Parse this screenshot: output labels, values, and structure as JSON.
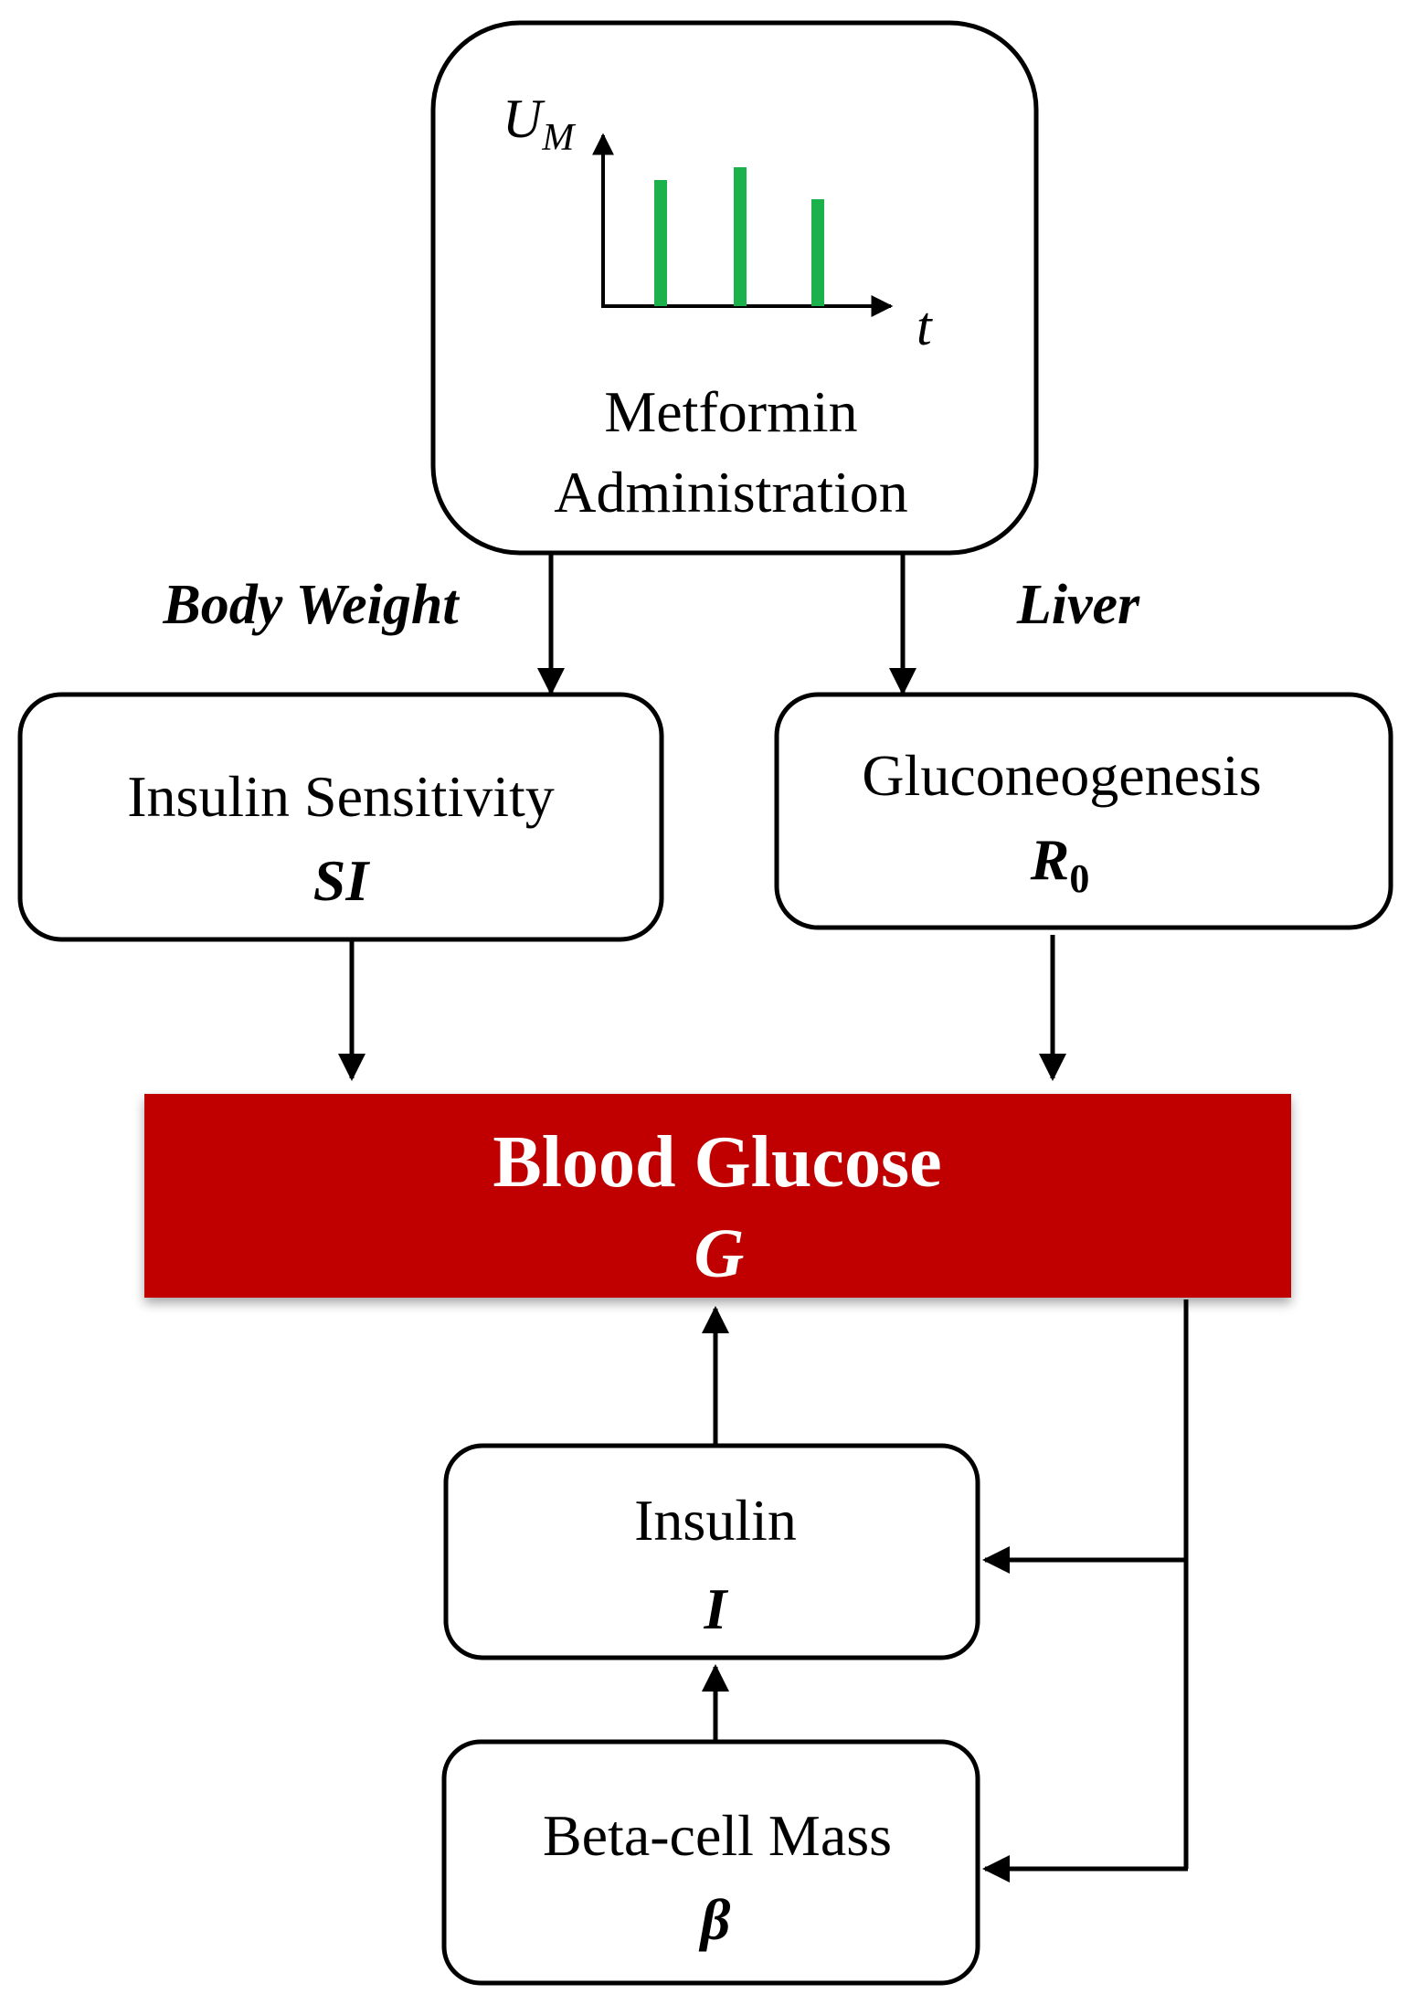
{
  "nodes": {
    "metformin": {
      "line1": "Metformin",
      "line2": "Administration",
      "axis_y_label": "U",
      "axis_y_subscript": "M",
      "axis_x_label": "t",
      "dose_color": "#1db14b"
    },
    "insulin_sensitivity": {
      "name": "Insulin Sensitivity",
      "symbol": "SI"
    },
    "gluconeogenesis": {
      "name": "Gluconeogenesis",
      "symbol": "R",
      "symbol_subscript": "0"
    },
    "blood_glucose": {
      "name": "Blood Glucose",
      "symbol": "G",
      "color": "#c00000"
    },
    "insulin": {
      "name": "Insulin",
      "symbol": "I"
    },
    "beta_cell_mass": {
      "name": "Beta-cell Mass",
      "symbol": "β"
    }
  },
  "edge_labels": {
    "body_weight": "Body Weight",
    "liver": "Liver"
  },
  "edges": [
    {
      "from": "metformin",
      "to": "insulin_sensitivity",
      "label": "body_weight"
    },
    {
      "from": "metformin",
      "to": "gluconeogenesis",
      "label": "liver"
    },
    {
      "from": "insulin_sensitivity",
      "to": "blood_glucose"
    },
    {
      "from": "gluconeogenesis",
      "to": "blood_glucose"
    },
    {
      "from": "insulin",
      "to": "blood_glucose"
    },
    {
      "from": "beta_cell_mass",
      "to": "insulin"
    },
    {
      "from": "blood_glucose",
      "to": "insulin"
    },
    {
      "from": "blood_glucose",
      "to": "beta_cell_mass"
    }
  ]
}
